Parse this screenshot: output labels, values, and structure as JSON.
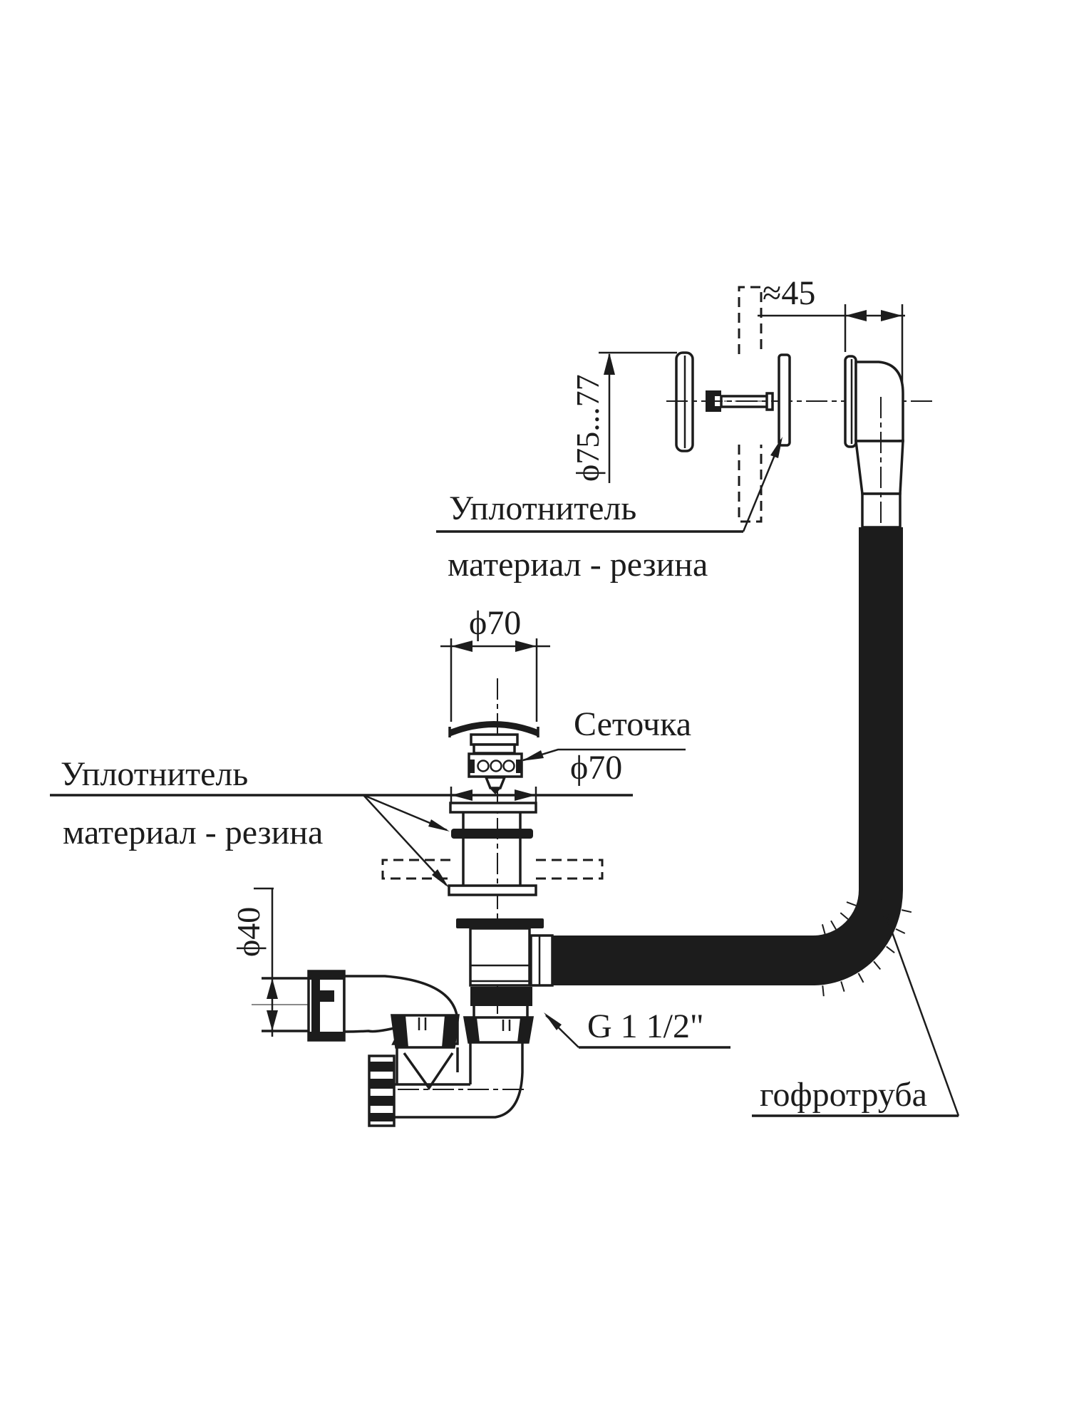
{
  "drawing": {
    "background": "#ffffff",
    "ink_color": "#1c1c1c",
    "labels": {
      "dim_overflow_offset": "≈45",
      "dim_overflow_diameter": "ϕ75...77",
      "seal_top_line1": "Уплотнитель",
      "seal_top_line2": "материал - резина",
      "dim_cap_diameter": "ϕ70",
      "strainer": "Сеточка",
      "dim_strainer_diameter": "ϕ70",
      "seal_left_line1": "Уплотнитель",
      "seal_left_line2": "материал - резина",
      "dim_outlet_diameter": "ϕ40",
      "thread_size": "G 1 1/2\"",
      "hose": "гофротруба"
    }
  }
}
